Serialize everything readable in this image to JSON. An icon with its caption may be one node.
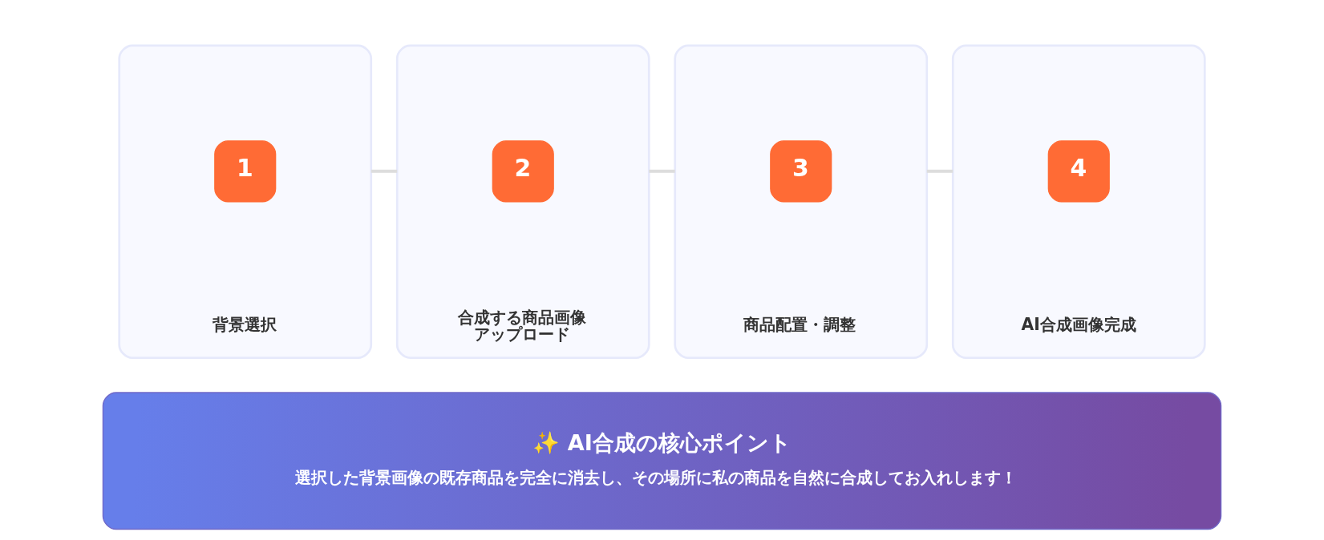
{
  "diagram": {
    "nodes": [
      {
        "text": [
          "背景選択"
        ]
      },
      {
        "text": [
          "1"
        ],
        "in": 0
      },
      {
        "text": [
          "合成する商品画像アップロード"
        ]
      },
      {
        "text": [
          "2"
        ],
        "in": 2
      },
      {
        "text": [
          "商品配置・調整"
        ]
      },
      {
        "text": [
          "3"
        ],
        "in": 4
      },
      {
        "text": [
          "AI合成画像完成"
        ]
      },
      {
        "text": [
          "4"
        ],
        "in": 6
      },
      {
        "text": [
          "✨ AI合成の核心ポイント",
          "選択した背景画像の既存商品を完全に消去し、その場所に私の商品を自然に合成してお入れします！"
        ]
      }
    ],
    "edges": [
      {
        "from": 0,
        "to": 2,
        "arrow": "none"
      },
      {
        "from": 2,
        "to": 4,
        "arrow": "none"
      },
      {
        "from": 4,
        "to": 6,
        "arrow": "none"
      }
    ]
  }
}
